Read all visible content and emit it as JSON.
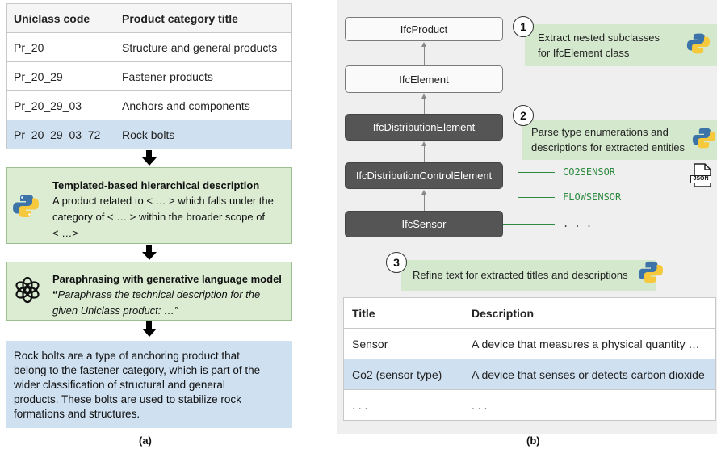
{
  "panel_a": {
    "table": {
      "headers": [
        "Uniclass code",
        "Product category title"
      ],
      "rows": [
        [
          "Pr_20",
          "Structure and general products"
        ],
        [
          "Pr_20_29",
          "Fastener products"
        ],
        [
          "Pr_20_29_03",
          "Anchors and components"
        ],
        [
          "Pr_20_29_03_72",
          "Rock bolts"
        ]
      ]
    },
    "template_box": {
      "title": "Templated-based hierarchical description",
      "line1": "A product related to  < … >  which falls under the",
      "line2": "category of  < … >  within the broader scope of",
      "line3": "< …>"
    },
    "paraphrase_box": {
      "title": "Paraphrasing with generative language model",
      "quote_mark": "“",
      "line1": "Paraphrase the technical description for the",
      "line2": "given Uniclass product: …”"
    },
    "result_text": {
      "line1": "Rock bolts are a type of anchoring product that",
      "line2": "belong to the fastener category, which is part of the",
      "line3": "wider classification of structural and general",
      "line4": "products. These bolts are used to stabilize rock",
      "line5": "formations and structures."
    },
    "caption": "(a)"
  },
  "panel_b": {
    "nodes": [
      "IfcProduct",
      "IfcElement",
      "IfcDistributionElement",
      "IfcDistributionControlElement",
      "IfcSensor"
    ],
    "steps": [
      {
        "number": "1",
        "line1": "Extract nested subclasses",
        "line2": "for IfcElement class"
      },
      {
        "number": "2",
        "line1": "Parse type enumerations and",
        "line2": "descriptions for extracted entities"
      },
      {
        "number": "3",
        "line1": "Refine text for extracted titles and descriptions",
        "line2": ""
      }
    ],
    "enumerations": [
      "CO2SENSOR",
      "FLOWSENSOR",
      ".  .  ."
    ],
    "json_label": "JSON",
    "table": {
      "headers": [
        "Title",
        "Description"
      ],
      "rows": [
        [
          "Sensor",
          "A device that measures a physical quantity …"
        ],
        [
          "Co2 (sensor type)",
          "A device that senses or detects carbon dioxide"
        ],
        [
          ". . .",
          ". . ."
        ]
      ]
    },
    "caption": "(b)"
  },
  "colors": {
    "green_box": "#dbecd3",
    "blue_box": "#cfe0f1",
    "dark_node": "#555555",
    "enum_text": "#2c8a3f",
    "panel_b_bg": "#efefef"
  }
}
